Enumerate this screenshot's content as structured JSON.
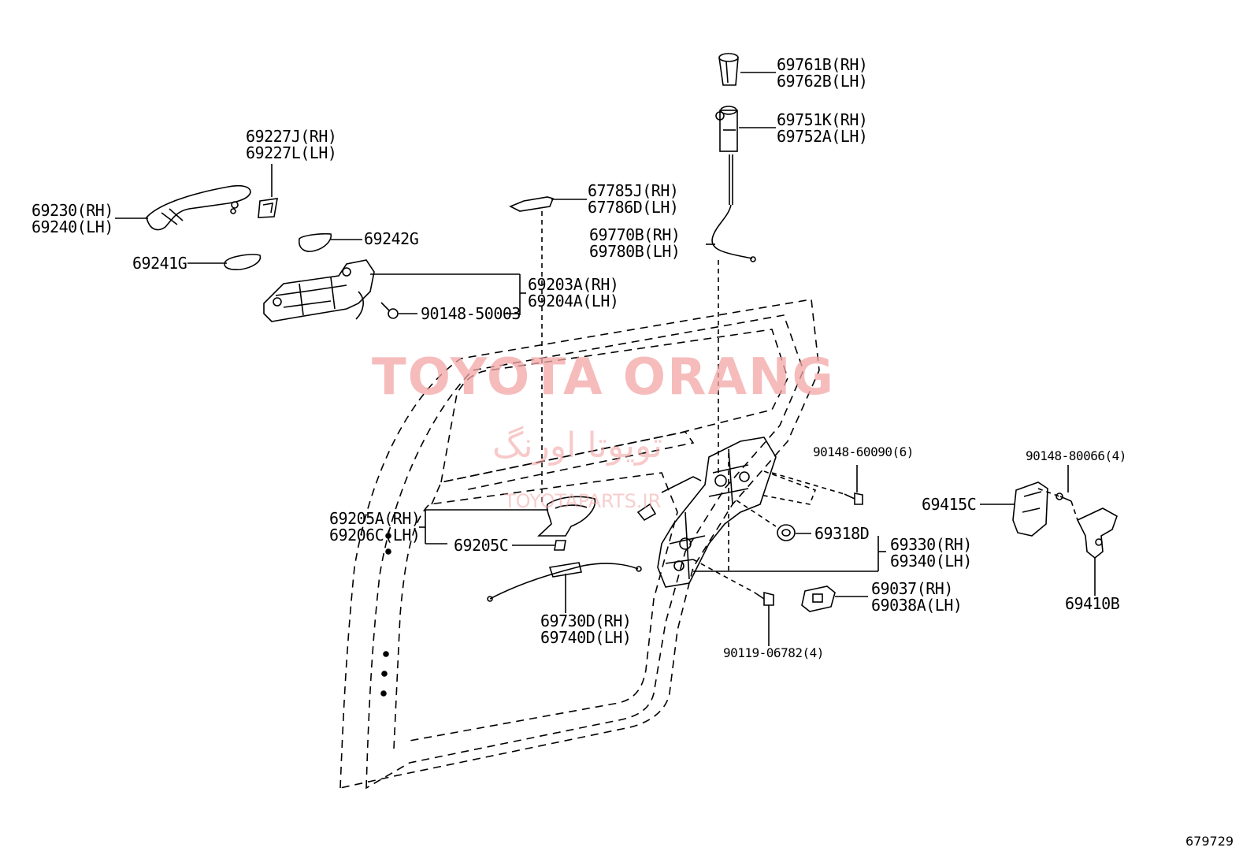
{
  "watermark": {
    "main": "TOYOTA ORANG",
    "persian": "تویوتا اورنگ",
    "site": "TOYOTAPARTS.IR"
  },
  "diagram_id": "679729",
  "labels": {
    "p69761": [
      "69761B(RH)",
      "69762B(LH)"
    ],
    "p69751": [
      "69751K(RH)",
      "69752A(LH)"
    ],
    "p69227": [
      "69227J(RH)",
      "69227L(LH)"
    ],
    "p69230": [
      "69230(RH)",
      "69240(LH)"
    ],
    "p67785": [
      "67785J(RH)",
      "67786D(LH)"
    ],
    "p69770": [
      "69770B(RH)",
      "69780B(LH)"
    ],
    "p69242": "69242G",
    "p69241": "69241G",
    "p69203": [
      "69203A(RH)",
      "69204A(LH)"
    ],
    "p90148_50003": "90148-50003",
    "p90148_60090": "90148-60090(6)",
    "p90148_80066": "90148-80066(4)",
    "p69415": "69415C",
    "p69205a": [
      "69205A(RH)",
      "69206C(LH)"
    ],
    "p69205c": "69205C",
    "p69318": "69318D",
    "p69330": [
      "69330(RH)",
      "69340(LH)"
    ],
    "p69037": [
      "69037(RH)",
      "69038A(LH)"
    ],
    "p69410": "69410B",
    "p69730": [
      "69730D(RH)",
      "69740D(LH)"
    ],
    "p90119": "90119-06782(4)"
  }
}
